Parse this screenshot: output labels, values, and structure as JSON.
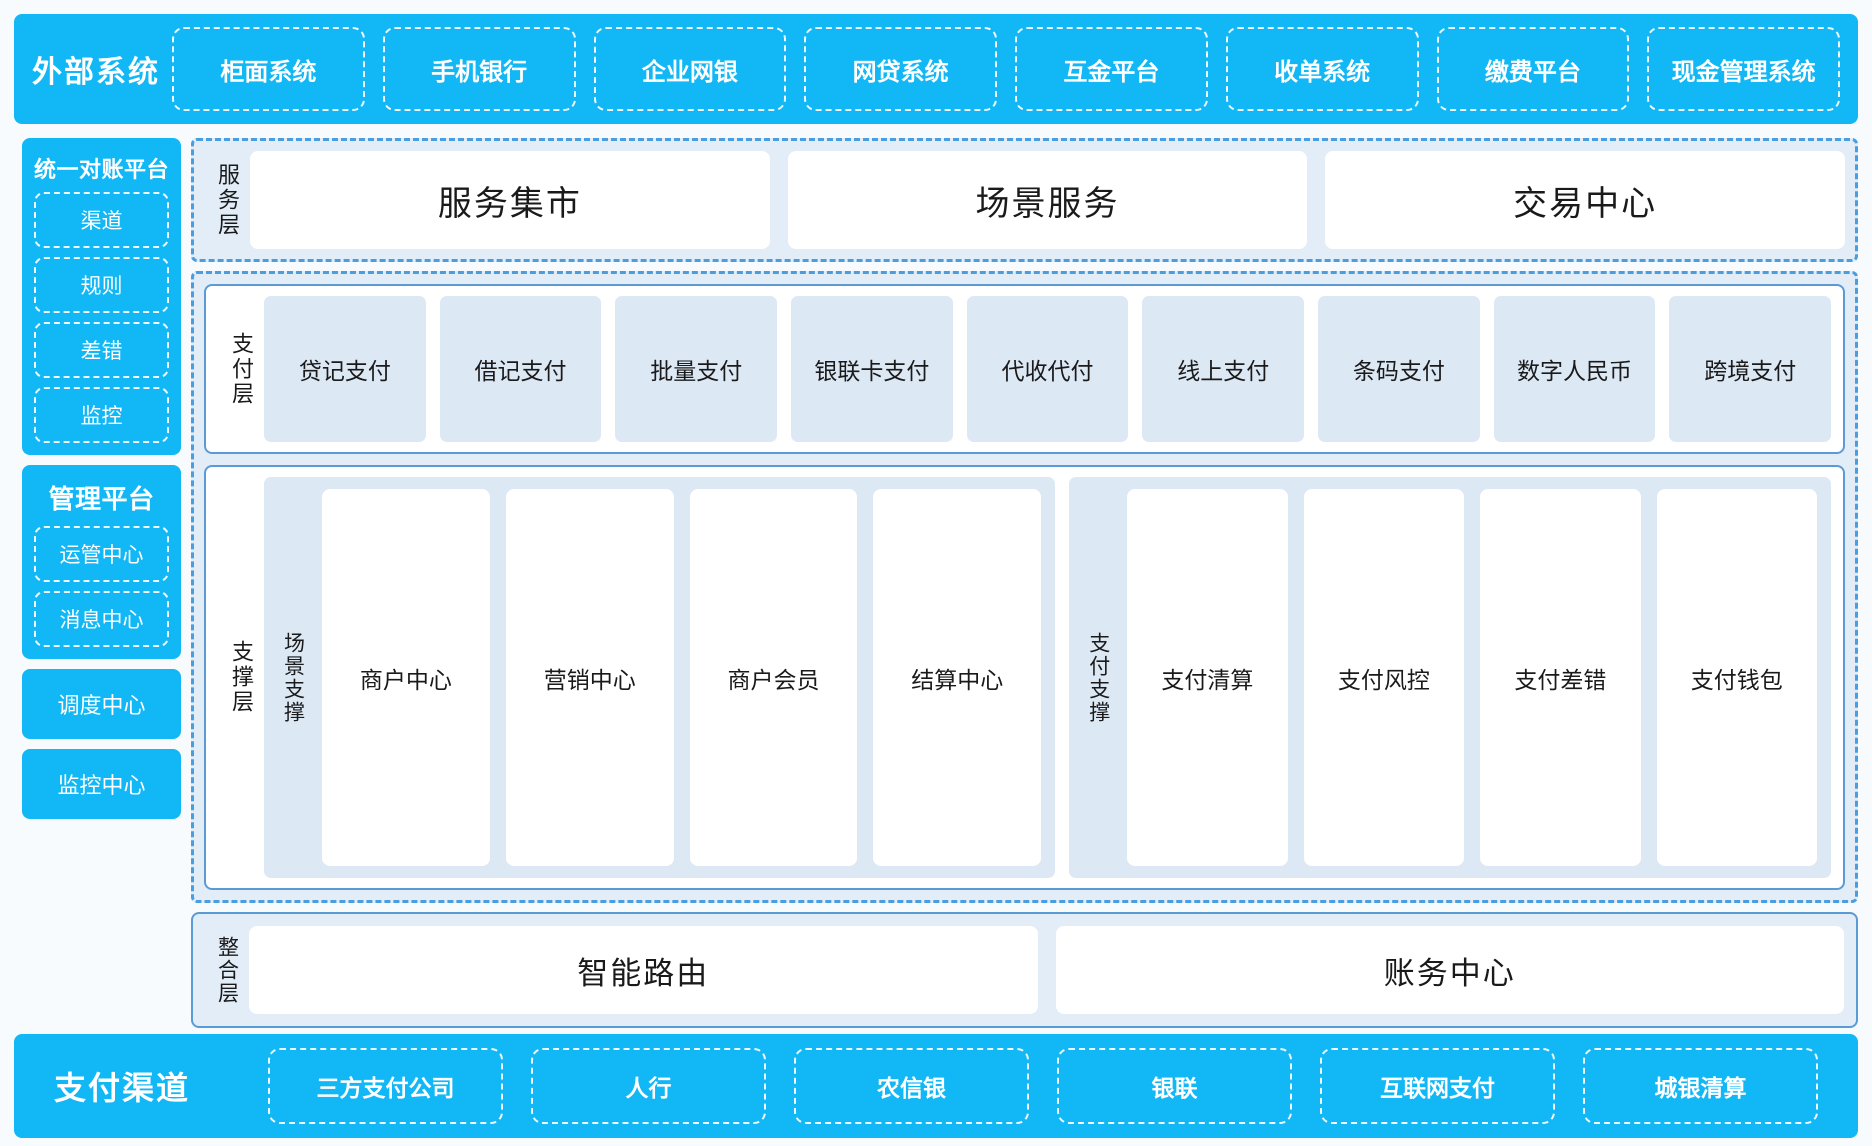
{
  "external_systems": {
    "title": "外部系统",
    "items": [
      "柜面系统",
      "手机银行",
      "企业网银",
      "网贷系统",
      "互金平台",
      "收单系统",
      "缴费平台",
      "现金管理系统"
    ]
  },
  "left_rail": {
    "reconciliation": {
      "title": "统一对账平台",
      "items": [
        "渠道",
        "规则",
        "差错",
        "监控"
      ]
    },
    "management": {
      "title": "管理平台",
      "items": [
        "运管中心",
        "消息中心"
      ]
    },
    "standalone": [
      "调度中心",
      "监控中心"
    ]
  },
  "service_layer": {
    "label": "服务层",
    "items": [
      "服务集市",
      "场景服务",
      "交易中心"
    ]
  },
  "payment_layer": {
    "label": "支付层",
    "items": [
      "贷记支付",
      "借记支付",
      "批量支付",
      "银联卡支付",
      "代收代付",
      "线上支付",
      "条码支付",
      "数字人民币",
      "跨境支付"
    ]
  },
  "support_layer": {
    "label": "支撑层",
    "groups": [
      {
        "label": "场景支撑",
        "items": [
          "商户中心",
          "营销中心",
          "商户会员",
          "结算中心"
        ]
      },
      {
        "label": "支付支撑",
        "items": [
          "支付清算",
          "支付风控",
          "支付差错",
          "支付钱包"
        ]
      }
    ]
  },
  "integration_layer": {
    "label": "整合层",
    "items": [
      "智能路由",
      "账务中心"
    ]
  },
  "payment_channels": {
    "title": "支付渠道",
    "items": [
      "三方支付公司",
      "人行",
      "农信银",
      "银联",
      "互联网支付",
      "城银清算"
    ]
  },
  "colors": {
    "brand_blue": "#12b7f5",
    "panel_blue": "#e2edf8",
    "tile_blue": "#dde8f5",
    "border_blue": "#5b9bd5",
    "dashed_blue": "#4a9ee0",
    "background": "#f7fbfd"
  }
}
